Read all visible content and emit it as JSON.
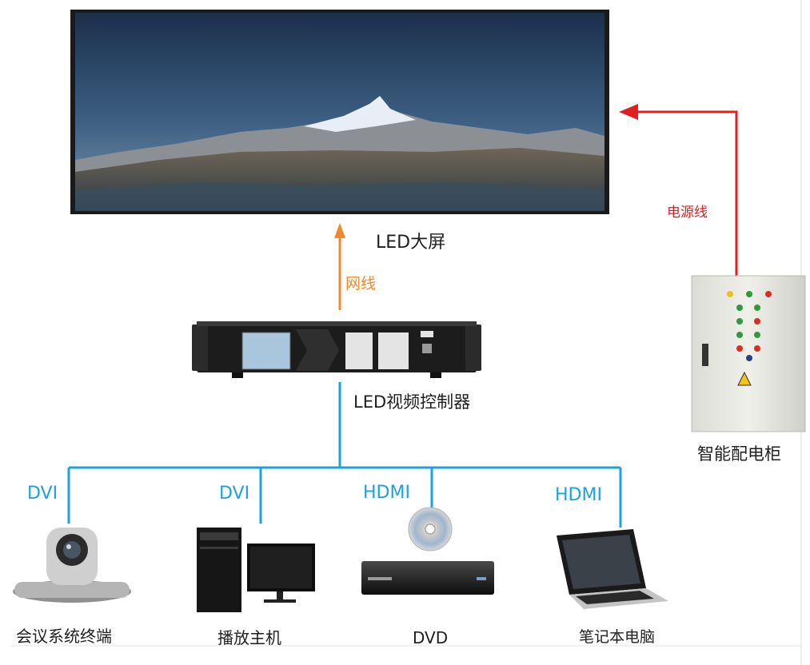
{
  "labels": {
    "led_screen": "LED大屏",
    "network_cable": "网线",
    "power_cable": "电源线",
    "controller": "LED视频控制器",
    "power_cabinet": "智能配电柜"
  },
  "inputs": [
    {
      "port": "DVI",
      "device": "会议系统终端",
      "icon": "camera-icon"
    },
    {
      "port": "DVI",
      "device": "播放主机",
      "icon": "desktop-pc-icon"
    },
    {
      "port": "HDMI",
      "device": "DVD",
      "icon": "dvd-player-icon"
    },
    {
      "port": "HDMI",
      "device": "笔记本电脑",
      "icon": "laptop-icon"
    }
  ],
  "colors": {
    "signal_line": "#1aa3dc",
    "network_line": "#f08a2a",
    "power_line": "#e02020"
  }
}
